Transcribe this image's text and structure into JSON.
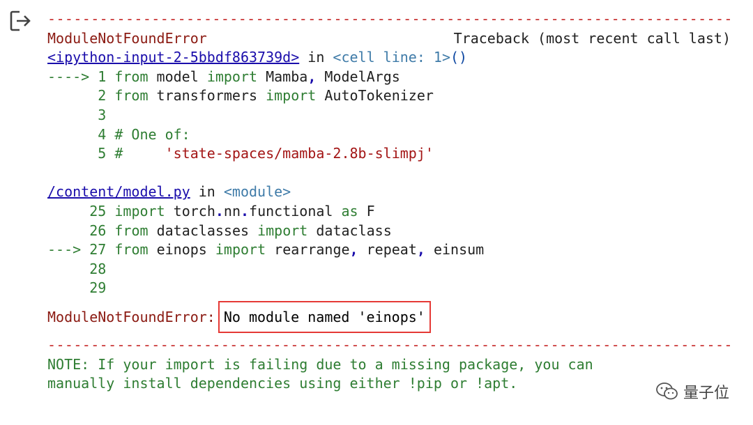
{
  "output": {
    "dash": "-----------------------------------------------------------------------------------------------------",
    "error_type": "ModuleNotFoundError",
    "traceback_header": "Traceback (most recent call last)",
    "frame1": {
      "file": "<ipython-input-2-5bbdf863739d>",
      "in": " in ",
      "func": "<cell line: 1>",
      "parens": "()",
      "lines": [
        {
          "prefix": "----> ",
          "num": "1",
          "kw1": "from",
          "t1": " model ",
          "kw2": "import",
          "t2": " Mamba",
          "op": ",",
          "t3": " ModelArgs"
        },
        {
          "prefix": "      ",
          "num": "2",
          "kw1": "from",
          "t1": " transformers ",
          "kw2": "import",
          "t2": " AutoTokenizer"
        },
        {
          "prefix": "      ",
          "num": "3"
        },
        {
          "prefix": "      ",
          "num": "4",
          "comment": " # One of:"
        },
        {
          "prefix": "      ",
          "num": "5",
          "comment": " #",
          "string": "     'state-spaces/mamba-2.8b-slimpj'"
        }
      ]
    },
    "frame2": {
      "file": "/content/model.py",
      "in": " in ",
      "func": "<module>",
      "lines": [
        {
          "prefix": "     ",
          "num": "25",
          "kw1": "import",
          "t1": " torch",
          "op1": ".",
          "t2": "nn",
          "op2": ".",
          "t3": "functional ",
          "kw2": "as",
          "t4": " F"
        },
        {
          "prefix": "     ",
          "num": "26",
          "kw1": "from",
          "t1": " dataclasses ",
          "kw2": "import",
          "t2": " dataclass"
        },
        {
          "prefix": "---> ",
          "num": "27",
          "kw1": "from",
          "t1": " einops ",
          "kw2": "import",
          "t2": " rearrange",
          "op1": ",",
          "t3": " repeat",
          "op2": ",",
          "t4": " einsum"
        },
        {
          "prefix": "     ",
          "num": "28"
        },
        {
          "prefix": "     ",
          "num": "29"
        }
      ]
    },
    "error_label": "ModuleNotFoundError:",
    "error_message": "No module named 'einops'",
    "note_line1": "NOTE: If your import is failing due to a missing package, you can",
    "note_line2": "manually install dependencies using either !pip or !apt."
  },
  "watermark": {
    "text": "量子位",
    "icon": "wechat-icon"
  }
}
